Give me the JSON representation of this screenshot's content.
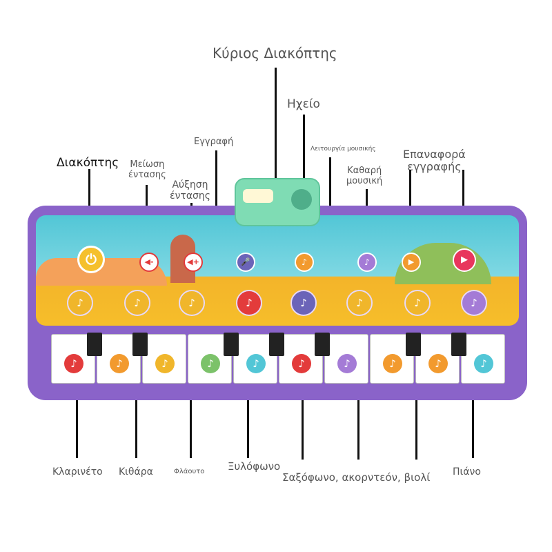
{
  "labels": {
    "main_switch": "Κύριος Διακόπτης",
    "speaker": "Ηχείο",
    "switch": "Διακόπτης",
    "volume_down": "Μείωση\nέντασης",
    "volume_up": "Αύξηση\nέντασης",
    "record": "Εγγραφή",
    "music_mode": "Λειτουργία μουσικής",
    "pure_music": "Καθαρή\nμουσική",
    "playback": "Επαναφορά\nεγγραφής",
    "clarinet": "Κλαρινέτο",
    "guitar": "Κιθάρα",
    "flute": "Φλάουτο",
    "xylophone": "Ξυλόφωνο",
    "sax_accordion_violin": "Σαξόφωνο, ακορντεόν, βιολί",
    "piano": "Πιάνο"
  },
  "icons": {
    "note_glyph": "♪",
    "power": "⏻",
    "vol_down": "◀-",
    "vol_up": "◀+",
    "mic": "🎤",
    "play": "▶"
  },
  "colors": {
    "mat": "#8a63c9",
    "sky": "#52c6d6",
    "ground": "#f6be2a",
    "speaker": "#7fdcb4"
  }
}
